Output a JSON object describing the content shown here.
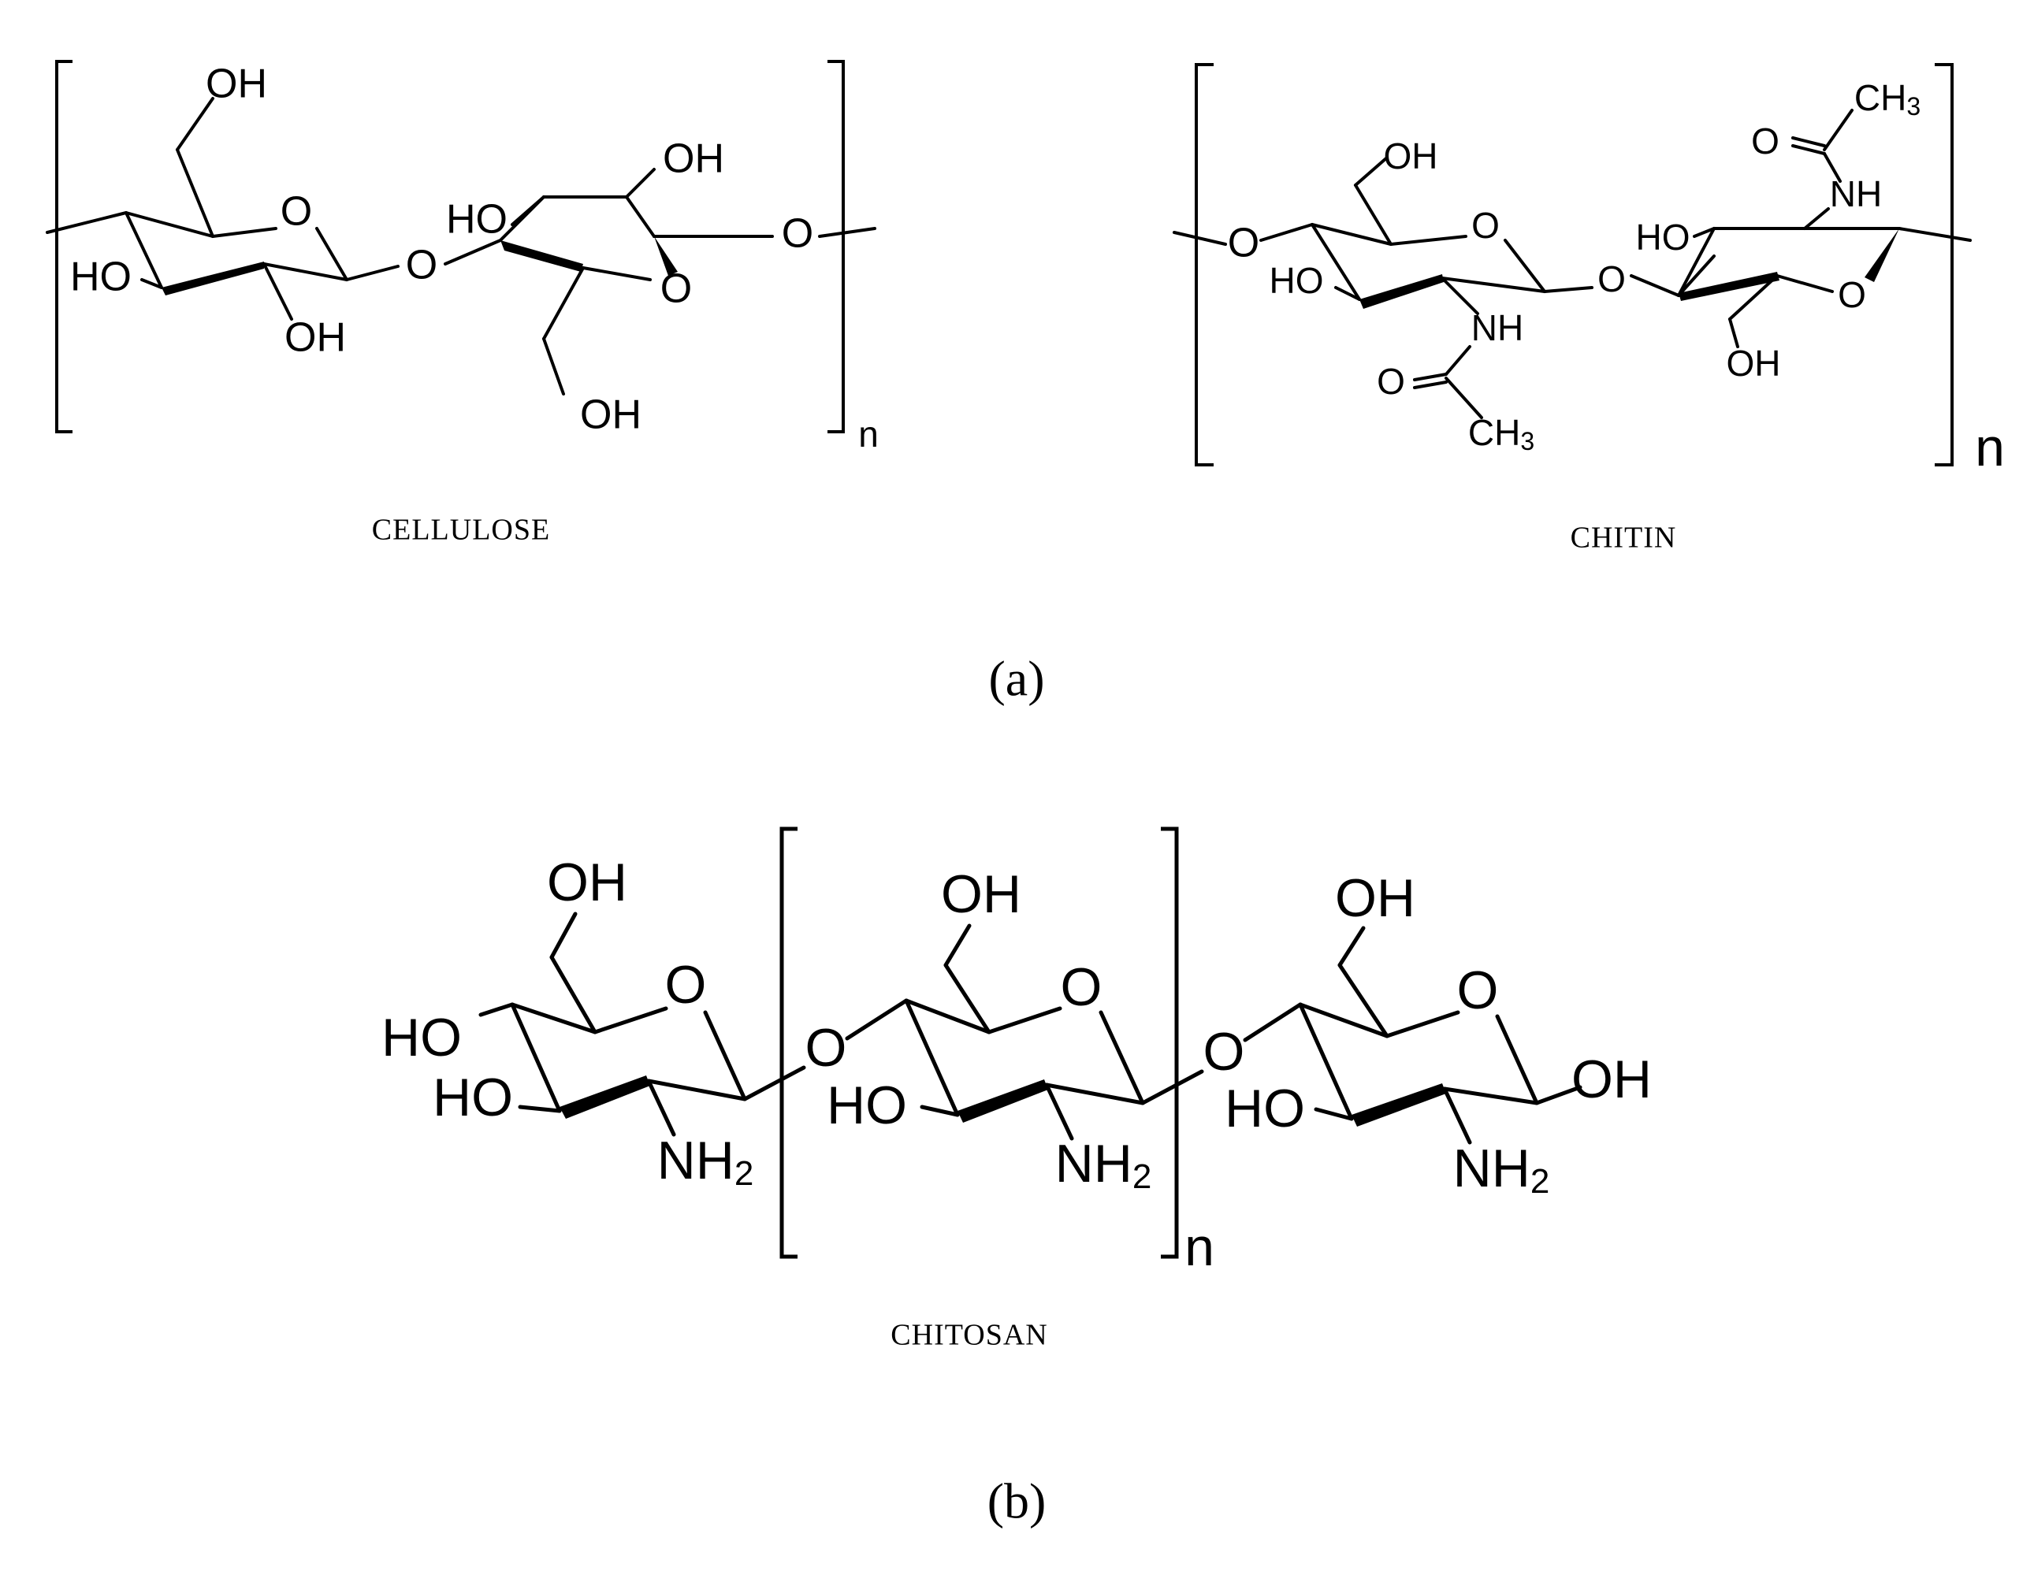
{
  "figure": {
    "panel_a_label": "(a)",
    "panel_b_label": "(b)"
  },
  "cellulose": {
    "name": "CELLULOSE",
    "subscript": "n",
    "ring1": {
      "oh_top": "OH",
      "o_ring": "O",
      "ho_left": "HO",
      "oh_bottom": "OH"
    },
    "bridge_o": "O",
    "ring2": {
      "ho_left": "HO",
      "oh_top": "OH",
      "o_ring": "O",
      "oh_bottom": "OH"
    },
    "end_o": "O"
  },
  "chitin": {
    "name": "CHITIN",
    "subscript": "n",
    "start_o": "O",
    "ring1": {
      "oh_top": "OH",
      "o_ring": "O",
      "ho_left": "HO",
      "nh": "NH",
      "carbonyl_o": "O",
      "methyl": "CH",
      "methyl_sub": "3"
    },
    "bridge_o": "O",
    "ring2": {
      "ho_left": "HO",
      "nh": "NH",
      "carbonyl_o": "O",
      "methyl": "CH",
      "methyl_sub": "3",
      "o_ring": "O",
      "oh_bottom": "OH"
    }
  },
  "chitosan": {
    "name": "CHITOSAN",
    "subscript": "n",
    "unit1": {
      "oh_top": "OH",
      "o_ring": "O",
      "ho_upper": "HO",
      "ho_lower": "HO",
      "nh2": "NH",
      "nh2_sub": "2"
    },
    "bridge1_o": "O",
    "unit2": {
      "oh_top": "OH",
      "o_ring": "O",
      "ho_lower": "HO",
      "nh2": "NH",
      "nh2_sub": "2"
    },
    "bridge2_o": "O",
    "unit3": {
      "oh_top": "OH",
      "o_ring": "O",
      "ho_lower": "HO",
      "oh_right": "OH",
      "nh2": "NH",
      "nh2_sub": "2"
    }
  }
}
